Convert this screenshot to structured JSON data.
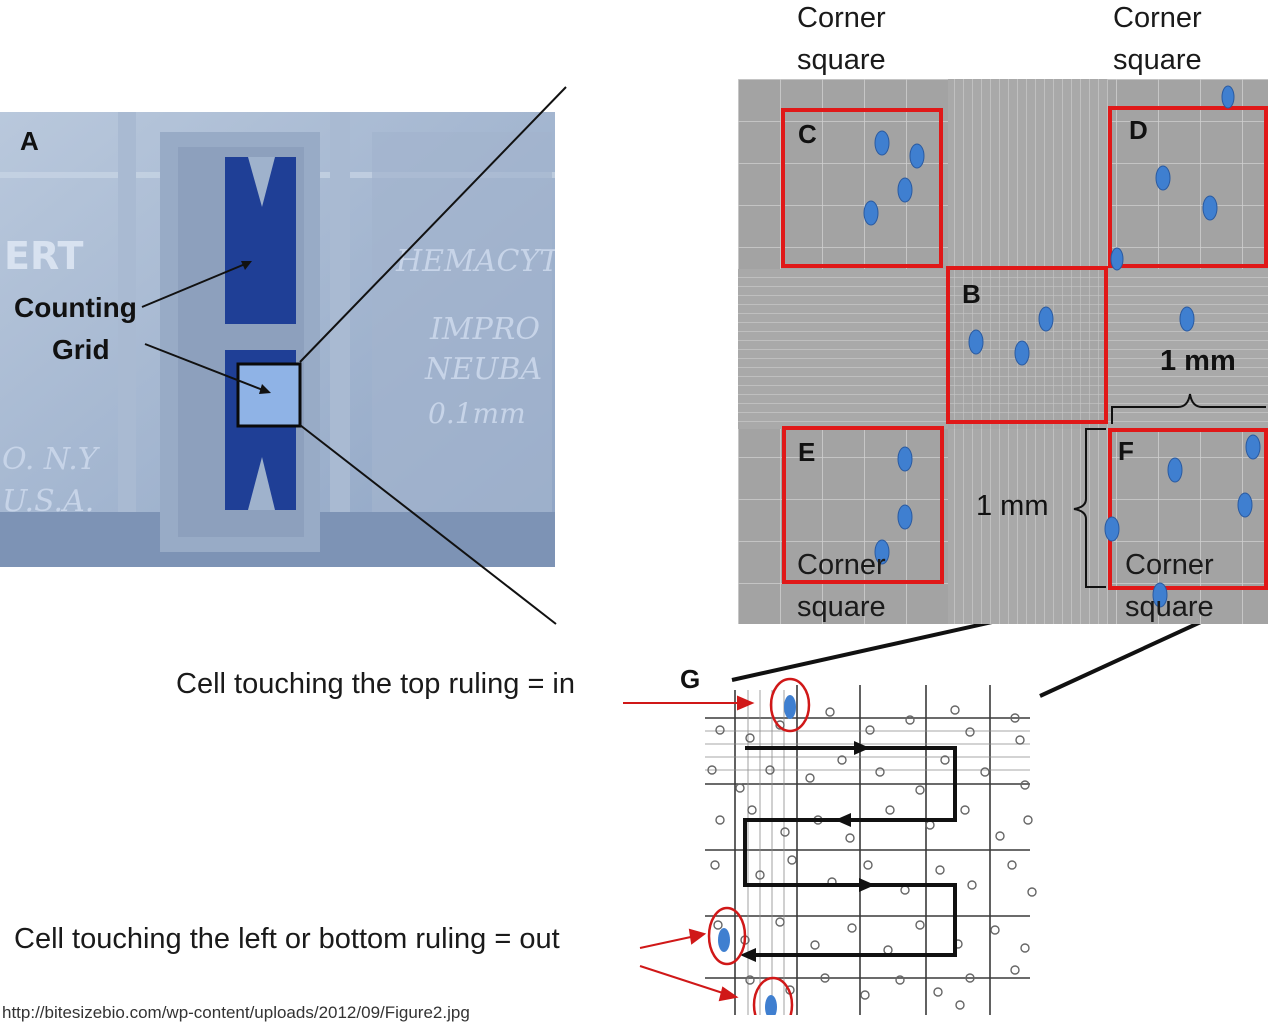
{
  "panel_a": {
    "letter": "A",
    "counting_grid_label_1": "Counting",
    "counting_grid_label_2": "Grid",
    "slide_text_1": "ERT",
    "slide_text_2": "HEMACYTO",
    "slide_text_3": "IMPRO",
    "slide_text_4": "NEUBA",
    "slide_text_5": "0.1mm",
    "slide_text_6": "O. N.Y",
    "slide_text_7": "U.S.A."
  },
  "grid_panel": {
    "top_left_label_1": "Corner",
    "top_left_label_2": "square",
    "top_right_label_1": "Corner",
    "top_right_label_2": "square",
    "bottom_left_label_1": "Corner",
    "bottom_left_label_2": "square",
    "bottom_right_label_1": "Corner",
    "bottom_right_label_2": "square",
    "square_c": "C",
    "square_d": "D",
    "square_b": "B",
    "square_e": "E",
    "square_f": "F",
    "dim_horizontal": "1 mm",
    "dim_vertical": "1 mm"
  },
  "panel_g": {
    "letter": "G",
    "rule_in": "Cell touching the top ruling = in",
    "rule_out": "Cell touching the left or bottom ruling = out"
  },
  "footer": {
    "source_url": "http://bitesizebio.com/wp-content/uploads/2012/09/Figure2.jpg"
  },
  "colors": {
    "highlight_red": "#e01818",
    "cell_blue": "#3f7fd0",
    "chamber_blue": "#1f3f96"
  }
}
